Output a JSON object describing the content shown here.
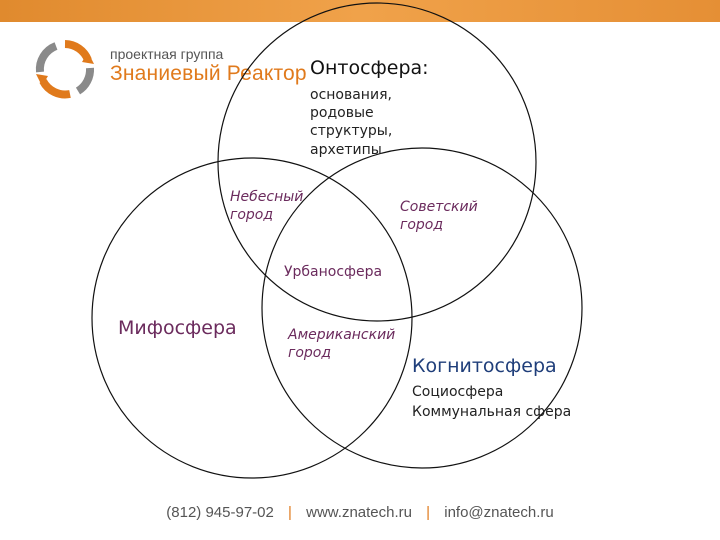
{
  "brand": {
    "group_label": "проектная группа",
    "name": "Знаниевый Реактор"
  },
  "diagram": {
    "ontosphere_title": "Онтосфера:",
    "ontosphere_desc": "основания,\nродовые\nструктуры,\nархетипы",
    "heavenly_city": "Небесный\nгород",
    "soviet_city": "Советский\nгород",
    "urbanosphere": "Урбаносфера",
    "mythosphere": "Мифосфера",
    "american_city": "Американский\nгород",
    "cognitosphere": "Когнитосфера",
    "sociosphere": "Социосфера",
    "communal_sphere": "Коммунальная сфера"
  },
  "footer": {
    "phone": "(812) 945-97-02",
    "website": "www.znatech.ru",
    "email": "info@znatech.ru",
    "separator": "|"
  },
  "colors": {
    "accent": "#e07a1c",
    "label_purple": "#6b2b5d",
    "label_blue": "#1f3e7a"
  }
}
